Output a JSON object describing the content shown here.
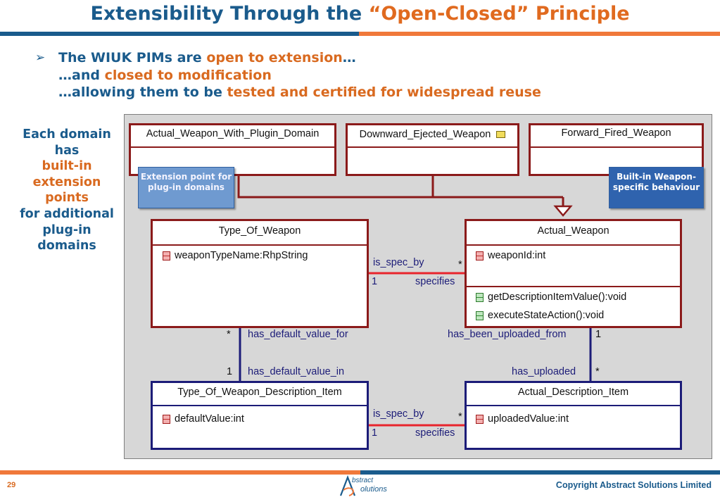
{
  "slide": {
    "title_part1": "Extensibility Through the ",
    "title_part2": "“Open-Closed” Principle",
    "page_number": "29",
    "copyright": "Copyright Abstract Solutions Limited",
    "logo_text_top": "bstract",
    "logo_text_bottom": "olutions"
  },
  "bullets": {
    "marker": "➢",
    "line1_a": "The WIUK PIMs are ",
    "line1_b": "open to extension",
    "line1_c": "…",
    "line2_a": "…and ",
    "line2_b": "closed to modification",
    "line3_a": "…allowing them to be ",
    "line3_b": "tested and certified for widespread reuse"
  },
  "side_note": {
    "line1": "Each domain",
    "line2": "has",
    "line3": "built-in",
    "line4": "extension",
    "line5": "points",
    "line6": "for additional",
    "line7": "plug-in",
    "line8": "domains"
  },
  "diagram": {
    "classes": {
      "plugin_domain": "Actual_Weapon_With_Plugin_Domain",
      "downward": "Downward_Ejected_Weapon",
      "forward": "Forward_Fired_Weapon",
      "type_of_weapon": "Type_Of_Weapon",
      "actual_weapon": "Actual_Weapon",
      "type_desc_item": "Type_Of_Weapon_Description_Item",
      "actual_desc_item": "Actual_Description_Item"
    },
    "attributes": {
      "weapon_type_name": "weaponTypeName:RhpString",
      "weapon_id": "weaponId:int",
      "default_value": "defaultValue:int",
      "uploaded_value": "uploadedValue:int"
    },
    "operations": {
      "get_desc": "getDescriptionItemValue():void",
      "execute": "executeStateAction():void"
    },
    "associations": {
      "is_spec_by_1": "is_spec_by",
      "specifies_1": "specifies",
      "is_spec_by_2": "is_spec_by",
      "specifies_2": "specifies",
      "has_default_value_for": "has_default_value_for",
      "has_default_value_in": "has_default_value_in",
      "has_been_uploaded_from": "has_been_uploaded_from",
      "has_uploaded": "has_uploaded"
    },
    "multiplicities": {
      "star": "*",
      "one": "1"
    },
    "callouts": {
      "extension_point": "Extension point for plug-in domains",
      "builtin": "Built-in Weapon-specific behaviour"
    },
    "colors": {
      "red_border": "#8b1a1a",
      "navy_border": "#1c1c78",
      "assoc_red": "#e8242c",
      "panel_bg": "#d7d7d7"
    }
  }
}
